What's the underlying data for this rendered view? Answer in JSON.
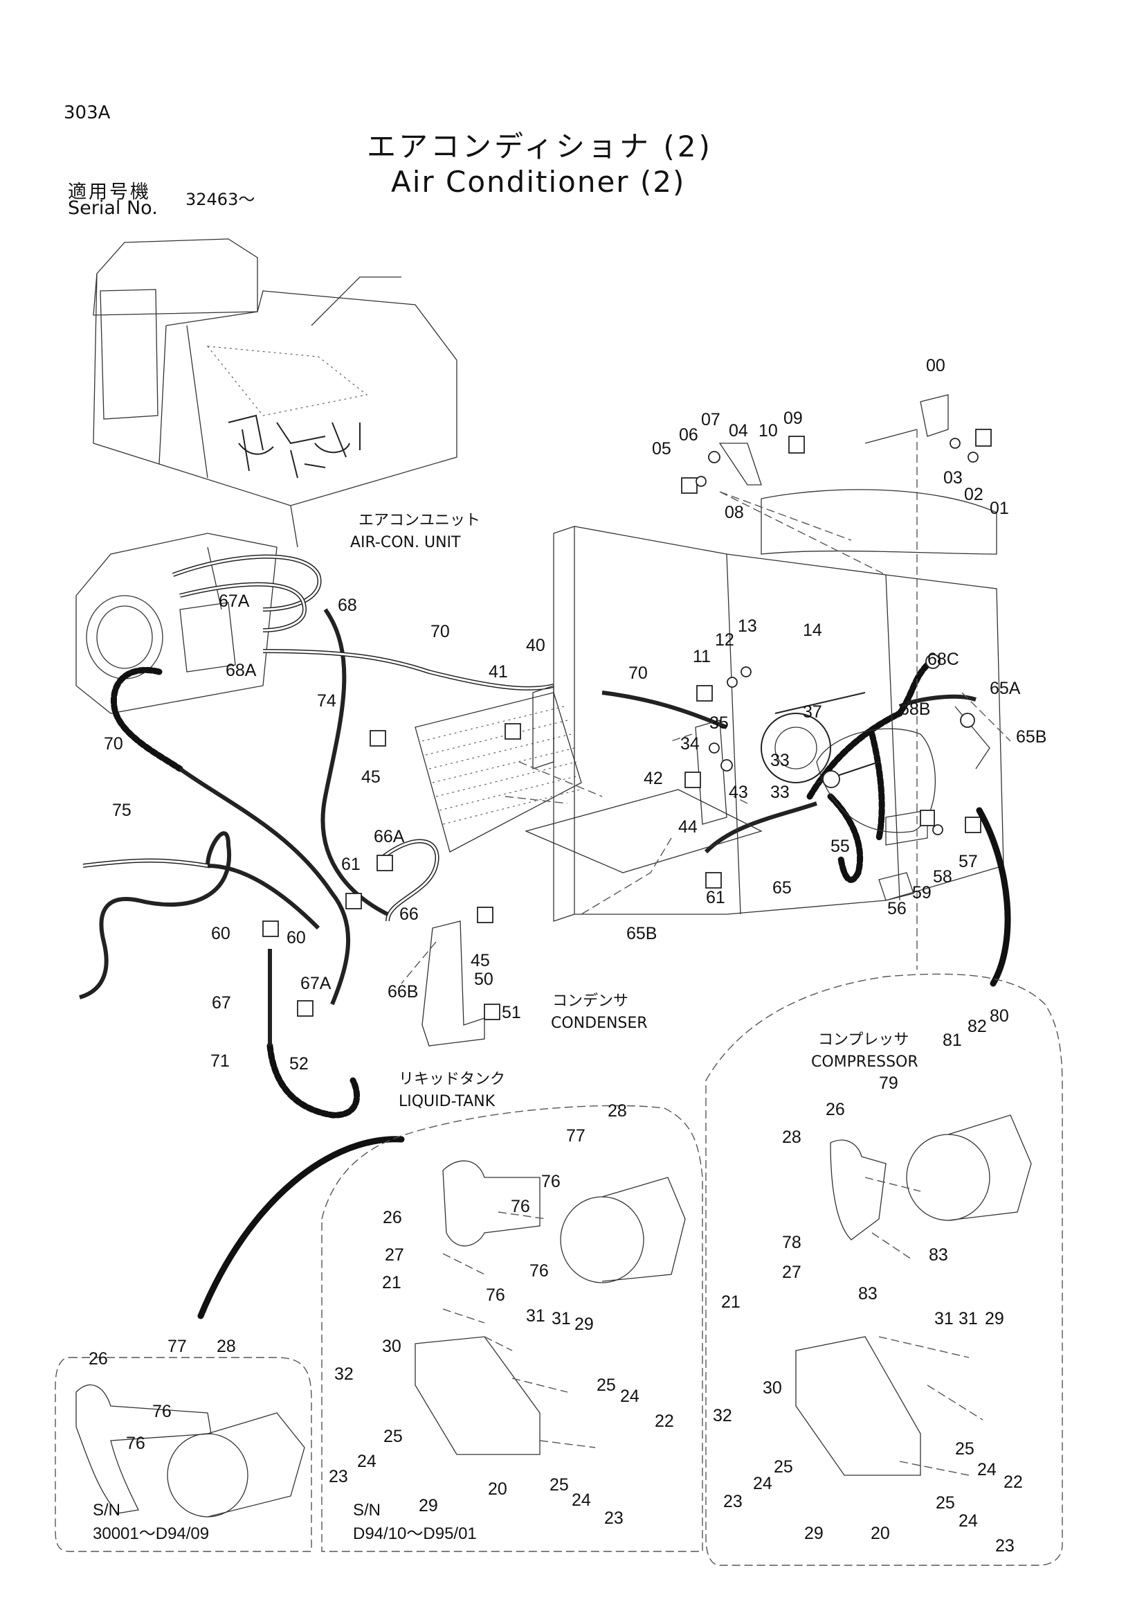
{
  "header": {
    "page_code": "303A",
    "title_jp": "エアコンディショナ (2)",
    "title_en": "Air Conditioner (2)",
    "serial_label_jp": "適用号機",
    "serial_label_en": "Serial No.",
    "serial_value": "32463～"
  },
  "callouts": {
    "air_con_unit_jp": "エアコンユニット",
    "air_con_unit_en": "AIR-CON. UNIT",
    "condenser_jp": "コンデンサ",
    "condenser_en": "CONDENSER",
    "liquid_tank_jp": "リキッドタンク",
    "liquid_tank_en": "LIQUID-TANK",
    "compressor_jp": "コンプレッサ",
    "compressor_en": "COMPRESSOR"
  },
  "insets": {
    "left_sn_label": "S/N",
    "left_sn_range": "30001～D94/09",
    "middle_sn_label": "S/N",
    "middle_sn_range": "D94/10～D95/01"
  },
  "part_labels": [
    "00",
    "01",
    "02",
    "03",
    "04",
    "05",
    "06",
    "07",
    "08",
    "09",
    "10",
    "11",
    "12",
    "13",
    "14",
    "20",
    "21",
    "22",
    "23",
    "24",
    "25",
    "26",
    "27",
    "28",
    "29",
    "30",
    "31",
    "32",
    "33",
    "34",
    "35",
    "37",
    "40",
    "41",
    "42",
    "43",
    "44",
    "45",
    "50",
    "51",
    "52",
    "55",
    "56",
    "57",
    "58",
    "59",
    "60",
    "61",
    "65",
    "65A",
    "65B",
    "66",
    "66A",
    "66B",
    "67",
    "67A",
    "68",
    "68A",
    "68B",
    "68C",
    "70",
    "71",
    "74",
    "75",
    "76",
    "77",
    "78",
    "79",
    "80",
    "81",
    "82",
    "83"
  ],
  "labels": {
    "l00": "00",
    "l01": "01",
    "l02": "02",
    "l03": "03",
    "l04": "04",
    "l05": "05",
    "l06": "06",
    "l07": "07",
    "l08": "08",
    "l09": "09",
    "l10": "10",
    "l11": "11",
    "l12": "12",
    "l13": "13",
    "l14": "14",
    "l20": "20",
    "l21": "21",
    "l22": "22",
    "l23": "23",
    "l24": "24",
    "l25": "25",
    "l26": "26",
    "l27": "27",
    "l28": "28",
    "l29": "29",
    "l30": "30",
    "l31": "31",
    "l32": "32",
    "l33": "33",
    "l34": "34",
    "l35": "35",
    "l37": "37",
    "l40": "40",
    "l41": "41",
    "l42": "42",
    "l43": "43",
    "l44": "44",
    "l45": "45",
    "l50": "50",
    "l51": "51",
    "l52": "52",
    "l55": "55",
    "l56": "56",
    "l57": "57",
    "l58": "58",
    "l59": "59",
    "l60": "60",
    "l61": "61",
    "l65": "65",
    "l65A": "65A",
    "l65B": "65B",
    "l66": "66",
    "l66A": "66A",
    "l66B": "66B",
    "l67": "67",
    "l67A": "67A",
    "l68": "68",
    "l68A": "68A",
    "l68B": "68B",
    "l68C": "68C",
    "l70": "70",
    "l71": "71",
    "l74": "74",
    "l75": "75",
    "l76": "76",
    "l77": "77",
    "l78": "78",
    "l79": "79",
    "l80": "80",
    "l81": "81",
    "l82": "82",
    "l83": "83"
  }
}
